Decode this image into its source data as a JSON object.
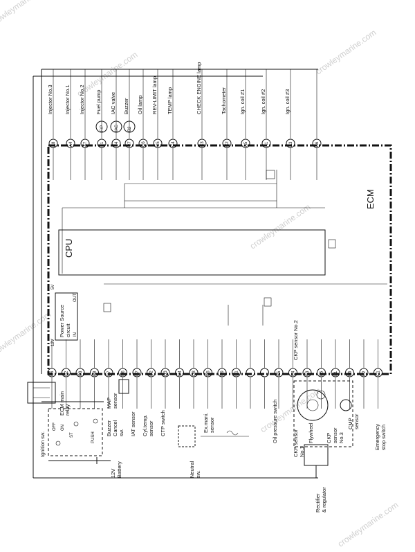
{
  "watermark": "crowleymarine.com",
  "ecm": {
    "title": "ECM",
    "cpu": "CPU",
    "power_source": [
      "Power Source",
      "circuit"
    ],
    "power_in": "IN",
    "power_out": "OUT",
    "v5": "5V",
    "v12": "12V"
  },
  "top_loads": [
    {
      "pin": "A8",
      "label": "Injector No.3"
    },
    {
      "pin": "A4",
      "label": "Injector No.1"
    },
    {
      "pin": "A7",
      "label": "Injector No.2"
    },
    {
      "pin": "B1",
      "label": "Fuel pump"
    },
    {
      "pin": "B4",
      "label": "IAC valve"
    },
    {
      "pin": "C7",
      "label": "Buzzer"
    },
    {
      "pin": "C6",
      "label": "Oil lamp"
    },
    {
      "pin": "C5",
      "label": "REV-LIMIT lamp"
    },
    {
      "pin": "C4",
      "label": "TEMP lamp"
    },
    {
      "pin": "C3",
      "label": "CHECK ENGINE lamp"
    },
    {
      "pin": "C2",
      "label": "Tachometer"
    },
    {
      "pin": "A5",
      "label": "Ign. coil #1"
    },
    {
      "pin": "A1",
      "label": "Ign. coil #2"
    },
    {
      "pin": "A3",
      "label": "Ign. coil #3"
    },
    {
      "pin": "A6",
      "label": ""
    }
  ],
  "symbols": {
    "fuel_pump": "F/P",
    "iac": "IAC",
    "buzzer": "B2",
    "coil_pins": [
      "A5",
      "A1",
      "A3",
      "A6"
    ]
  },
  "bottom_pins": [
    "B6",
    "B2",
    "B3",
    "B8",
    "B7",
    "D6",
    "D7",
    "D2",
    "D3",
    "D4",
    "D8",
    "D5",
    "D9",
    "D1",
    "",
    "",
    "B5",
    "E4",
    "E3",
    "E5",
    "E1",
    "E6",
    "E2",
    "C1"
  ],
  "bottom_labels": {
    "ignition": "Ignition sw.",
    "off": "OFF",
    "on": "ON",
    "st": "ST",
    "push": "PUSH",
    "ecm_relay": [
      "ECM main",
      "relay"
    ],
    "battery": [
      "12V",
      "Battery"
    ],
    "buzzer_cancel": [
      "Buzzer",
      "Cancel",
      "sw."
    ],
    "map": [
      "MAP",
      "sensor"
    ],
    "iat": "IAT sensor",
    "cyl_temp": [
      "Cyl.temp.",
      "sensor"
    ],
    "ctp": "CTP switch",
    "exman": [
      "Ex.mani.",
      "sensor"
    ],
    "neutral": [
      "Neutral",
      "sw."
    ],
    "oil_pressure": "Oil pressure switch",
    "ckp2": "CKP sensor No.2",
    "ckp1": [
      "CKP sensor",
      "No.1"
    ],
    "flywheel": "Flywheel",
    "ckp3": [
      "CKP",
      "sensor",
      "No.3"
    ],
    "cmp": [
      "CMP",
      "sensor"
    ],
    "emergency": [
      "Emergency",
      "stop switch"
    ],
    "rectifier": [
      "Rectifier",
      "& regulator"
    ]
  }
}
